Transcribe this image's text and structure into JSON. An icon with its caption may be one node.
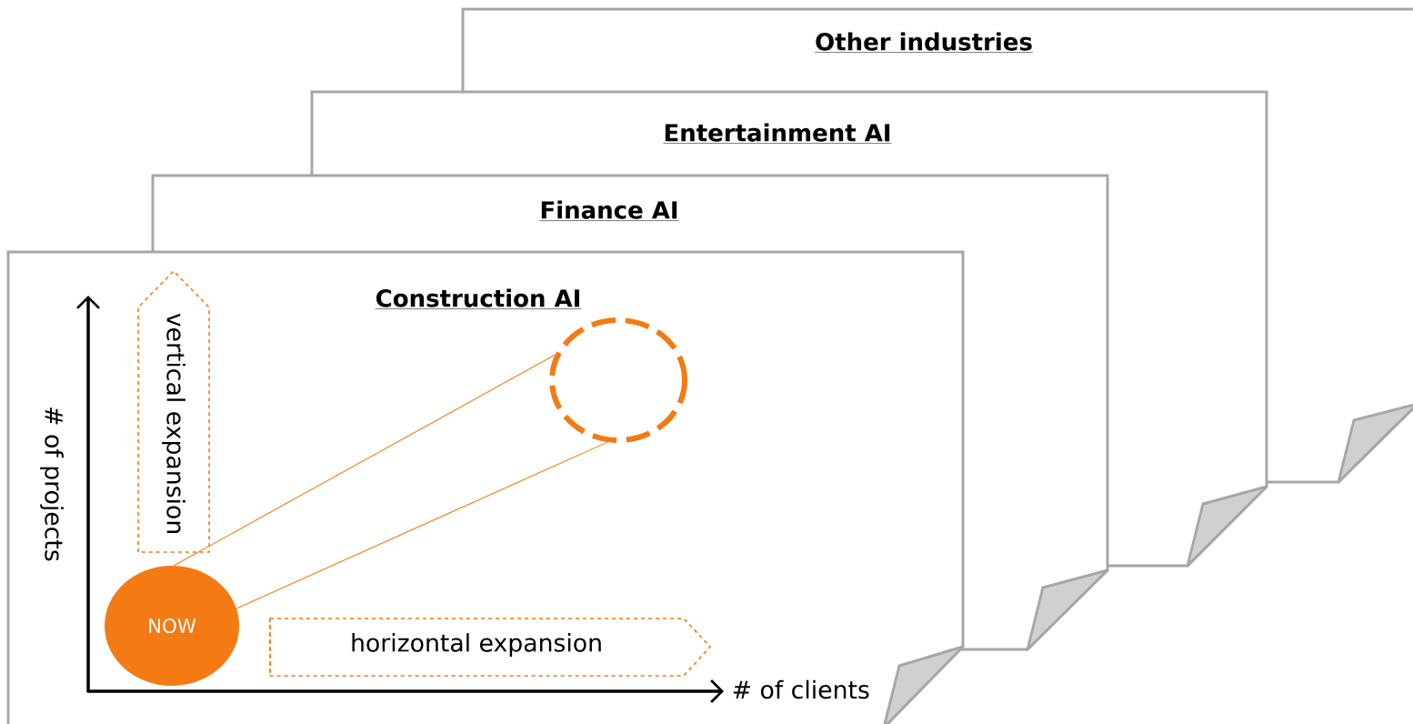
{
  "diagram": {
    "nodes": [
      {
        "text": [
          "Other industries"
        ]
      },
      {
        "text": [
          "Entertainment AI"
        ]
      },
      {
        "text": [
          "Finance AI"
        ]
      },
      {
        "text": [
          "Construction AI"
        ]
      },
      {
        "text": [
          "vertical expansion"
        ],
        "in": 3
      },
      {
        "text": [
          "horizontal expansion"
        ],
        "in": 3
      },
      {
        "text": [
          "NOW"
        ],
        "in": 3
      },
      {
        "text": [],
        "shape": "circle",
        "in": 3
      }
    ],
    "edges": [
      {
        "from": 6,
        "to": 7,
        "arrow": "none"
      },
      {
        "from": 6,
        "to": 7,
        "arrow": "none"
      }
    ],
    "labels": [
      "# of projects",
      "# of clients"
    ]
  }
}
